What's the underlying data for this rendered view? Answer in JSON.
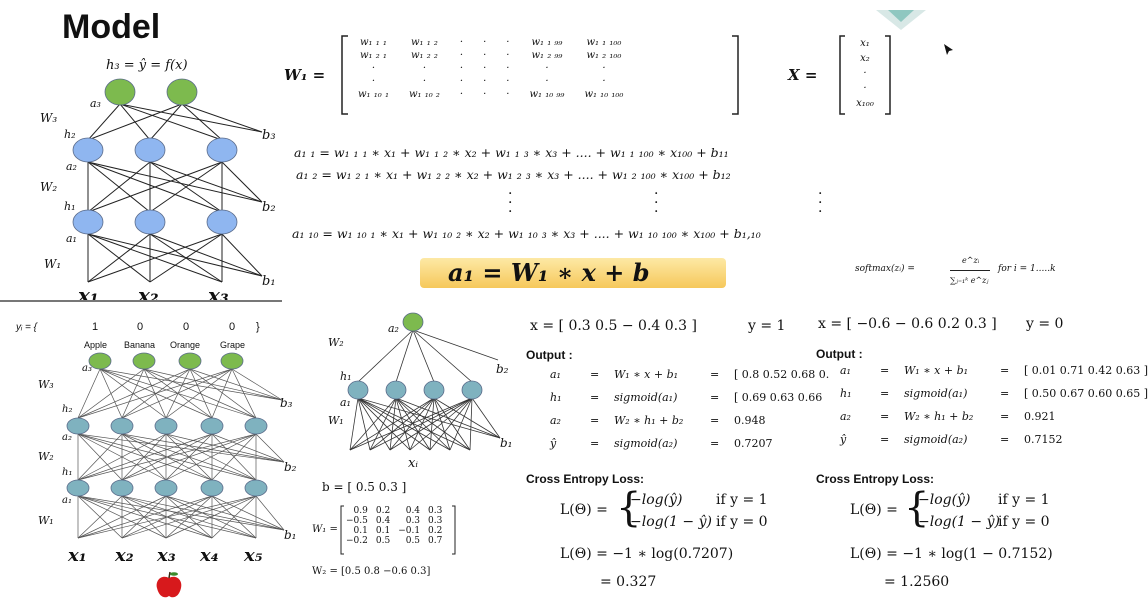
{
  "title": "Model",
  "top_diagram": {
    "output_label": "h₃ = ŷ = f(x)",
    "layer_labels": [
      "a₃",
      "W₃",
      "h₂",
      "a₂",
      "W₂",
      "h₁",
      "a₁",
      "W₁"
    ],
    "bias_labels": [
      "b₃",
      "b₂",
      "b₁"
    ],
    "inputs": [
      "x₁",
      "x₂",
      "x₃"
    ]
  },
  "matrices": {
    "w1_label": "W₁ =",
    "w1_rows": [
      [
        "w₁ ₁ ₁",
        "w₁ ₁ ₂",
        "·",
        "·",
        "·",
        "w₁ ₁ ₉₉",
        "w₁ ₁ ₁₀₀"
      ],
      [
        "w₁ ₂ ₁",
        "w₁ ₂ ₂",
        "·",
        "·",
        "·",
        "w₁ ₂ ₉₉",
        "w₁ ₂ ₁₀₀"
      ],
      [
        "·",
        "·",
        "·",
        "·",
        "·",
        "·",
        "·"
      ],
      [
        "·",
        "·",
        "·",
        "·",
        "·",
        "·",
        "·"
      ],
      [
        "w₁ ₁₀ ₁",
        "w₁ ₁₀ ₂",
        "·",
        "·",
        "·",
        "w₁ ₁₀ ₉₉",
        "w₁ ₁₀ ₁₀₀"
      ]
    ],
    "x_label": "X =",
    "x_rows": [
      "x₁",
      "x₂",
      "·",
      "·",
      "x₁₀₀"
    ]
  },
  "equations": {
    "a11": "a₁ ₁ = w₁ ₁ ₁ ∗ x₁ + w₁ ₁ ₂ ∗ x₂ + w₁ ₁ ₃ ∗ x₃ + .... + w₁ ₁ ₁₀₀ ∗ x₁₀₀ + b₁₁",
    "a12": "a₁ ₂ = w₁ ₂ ₁ ∗ x₁ + w₁ ₂ ₂ ∗ x₂ + w₁ ₂ ₃ ∗ x₃ + .... + w₁ ₂ ₁₀₀ ∗ x₁₀₀ + b₁₂",
    "a110": "a₁ ₁₀ = w₁ ₁₀ ₁ ∗ x₁ + w₁ ₁₀ ₂ ∗ x₂ + w₁ ₁₀ ₃ ∗ x₃ + .... + w₁ ₁₀ ₁₀₀ ∗ x₁₀₀ + b₁,₁₀",
    "banner": "a₁ = W₁ ∗ x + b",
    "softmax_lhs": "softmax(zᵢ) =",
    "softmax_num": "e^zᵢ",
    "softmax_den": "∑ⱼ₌₁ᵏ e^zⱼ",
    "softmax_cond": "for i = 1.....k"
  },
  "bottom_left": {
    "yi_label": "yᵢ = {",
    "yi_values": [
      "1",
      "0",
      "0",
      "0"
    ],
    "yi_close": "}",
    "classes": [
      "Apple",
      "Banana",
      "Orange",
      "Grape"
    ],
    "layer_labels": [
      "a₃",
      "W₃",
      "h₂",
      "a₂",
      "W₂",
      "h₁",
      "a₁",
      "W₁"
    ],
    "bias_labels": [
      "b₃",
      "b₂",
      "b₁"
    ],
    "inputs": [
      "x₁",
      "x₂",
      "x₃",
      "x₄",
      "x₅"
    ],
    "apple_icon": "apple-icon"
  },
  "small_net": {
    "labels": [
      "a₂",
      "W₂",
      "h₁",
      "a₁",
      "W₁",
      "b₂",
      "b₁",
      "xᵢ"
    ],
    "b_vec": "b = [ 0.5  0.3 ]",
    "w1_label": "W₁ =",
    "w1_rows": [
      [
        "0.9",
        "0.2",
        "0.4",
        "0.3"
      ],
      [
        "−0.5",
        "0.4",
        "0.3",
        "0.3"
      ],
      [
        "0.1",
        "0.1",
        "−0.1",
        "0.2"
      ],
      [
        "−0.2",
        "0.5",
        "0.5",
        "0.7"
      ]
    ],
    "w2": "W₂ = [0.5   0.8   −0.6   0.3]"
  },
  "example1": {
    "x": "x = [ 0.3  0.5  − 0.4  0.3 ]",
    "y": "y = 1",
    "output_header": "Output :",
    "rows": [
      [
        "a₁",
        "=",
        "W₁ ∗ x + b₁",
        "=",
        "[ 0.8  0.52  0.68  0."
      ],
      [
        "h₁",
        "=",
        "sigmoid(a₁)",
        "=",
        "[ 0.69  0.63  0.66"
      ],
      [
        "a₂",
        "=",
        "W₂ ∗ h₁ + b₂",
        "=",
        "0.948"
      ],
      [
        "ŷ",
        "=",
        "sigmoid(a₂)",
        "=",
        "0.7207"
      ]
    ],
    "loss_header": "Cross Entropy Loss:",
    "loss_lhs": "L(Θ) =",
    "case1": "−log(ŷ)",
    "case1_cond": "if y = 1",
    "case2": "−log(1 − ŷ)",
    "case2_cond": "if y = 0",
    "result_line": "L(Θ) = −1 ∗ log(0.7207)",
    "result": "= 0.327"
  },
  "example2": {
    "x": "x = [ −0.6  − 0.6  0.2  0.3 ]",
    "y": "y = 0",
    "output_header": "Output :",
    "rows": [
      [
        "a₁",
        "=",
        "W₁ ∗ x + b₁",
        "=",
        "[ 0.01  0.71  0.42  0.63 ]"
      ],
      [
        "h₁",
        "=",
        "sigmoid(a₁)",
        "=",
        "[ 0.50  0.67  0.60  0.65 ]"
      ],
      [
        "a₂",
        "=",
        "W₂ ∗ h₁ + b₂",
        "=",
        "0.921"
      ],
      [
        "ŷ",
        "=",
        "sigmoid(a₂)",
        "=",
        "0.7152"
      ]
    ],
    "loss_header": "Cross Entropy Loss:",
    "loss_lhs": "L(Θ) =",
    "case1": "−log(ŷ)",
    "case1_cond": "if y = 1",
    "case2": "−log(1 − ŷ)",
    "case2_cond": "if y = 0",
    "result_line": "L(Θ) = −1 ∗ log(1 − 0.7152)",
    "result": "= 1.2560"
  },
  "colors": {
    "green_node": "#7dba4e",
    "blue_node": "#8fb6f0",
    "teal_node": "#7fb2bf",
    "banner": "#f6c85b"
  }
}
